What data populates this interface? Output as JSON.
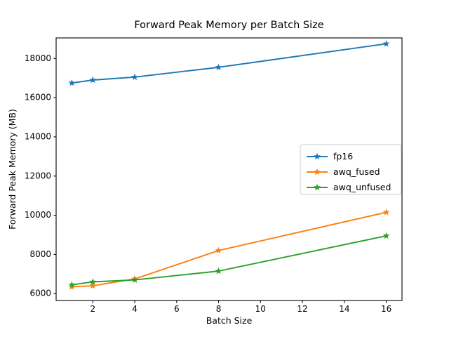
{
  "chart_data": {
    "type": "line",
    "title": "Forward Peak Memory per Batch Size",
    "xlabel": "Batch Size",
    "ylabel": "Forward Peak Memory (MB)",
    "x": [
      1,
      2,
      4,
      8,
      16
    ],
    "xlim": [
      0.25,
      16.75
    ],
    "ylim": [
      5650,
      19050
    ],
    "xticks": [
      2,
      4,
      6,
      8,
      10,
      12,
      14,
      16
    ],
    "xticklabels": [
      "2",
      "4",
      "6",
      "8",
      "10",
      "12",
      "14",
      "16"
    ],
    "yticks": [
      6000,
      8000,
      10000,
      12000,
      14000,
      16000,
      18000
    ],
    "yticklabels": [
      "6000",
      "8000",
      "10000",
      "12000",
      "14000",
      "16000",
      "18000"
    ],
    "grid": false,
    "marker": "star",
    "legend_position": "center-right",
    "series": [
      {
        "name": "fp16",
        "color": "#1f77b4",
        "values": [
          16750,
          16900,
          17050,
          17550,
          18750
        ]
      },
      {
        "name": "awq_fused",
        "color": "#ff7f0e",
        "values": [
          6350,
          6400,
          6750,
          8200,
          10150
        ]
      },
      {
        "name": "awq_unfused",
        "color": "#2ca02c",
        "values": [
          6450,
          6600,
          6700,
          7150,
          8950
        ]
      }
    ]
  }
}
